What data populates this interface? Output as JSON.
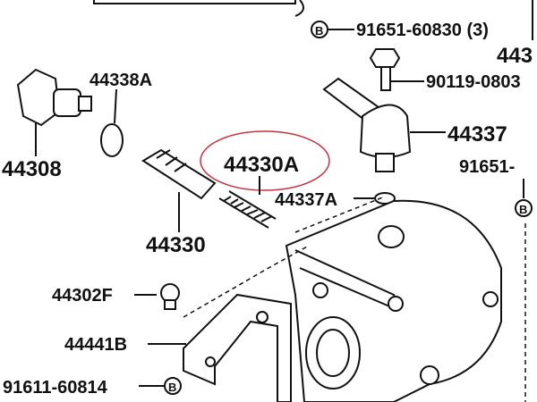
{
  "labels": {
    "bolt_b_top": "91651-60830 (3)",
    "cut_top_right": "443",
    "bolt_90119": "90119-0803",
    "union_44337": "44337",
    "oring_44338a": "44338A",
    "plug_44308": "44308",
    "spring_44330a": "44330A",
    "bolt_91651_right": "91651-",
    "oring_44337a": "44337A",
    "valve_44330": "44330",
    "plug_44302f": "44302F",
    "bracket_44441b": "44441B",
    "bolt_91611": "91611-60814",
    "b_marker": "B"
  },
  "highlight_color": "#c8323c"
}
